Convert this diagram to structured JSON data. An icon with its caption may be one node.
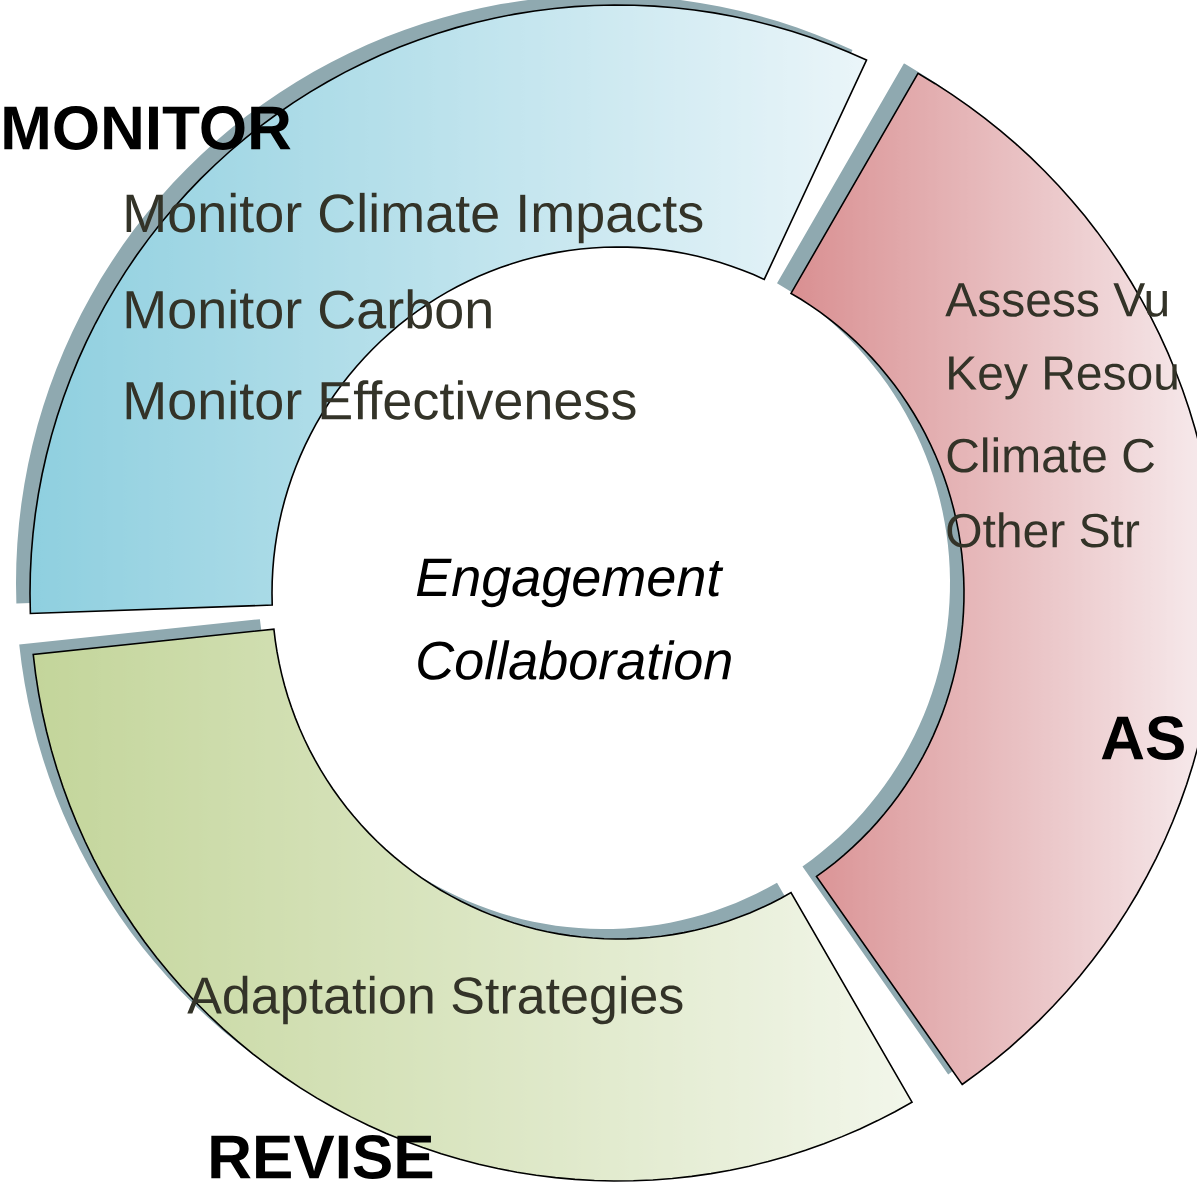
{
  "diagram": {
    "nodes": [
      {
        "text": [
          "MONITOR",
          "Monitor Climate Impacts",
          "Monitor Carbon",
          "Monitor Effectiveness"
        ]
      },
      {
        "text": [
          "Assess Vu",
          "Key Resou",
          "Climate C",
          "Other Str",
          "AS"
        ]
      },
      {
        "text": [
          "Adaptation Strategies",
          "REVISE"
        ]
      }
    ],
    "labels": [
      "Engagement",
      "Collaboration"
    ]
  }
}
